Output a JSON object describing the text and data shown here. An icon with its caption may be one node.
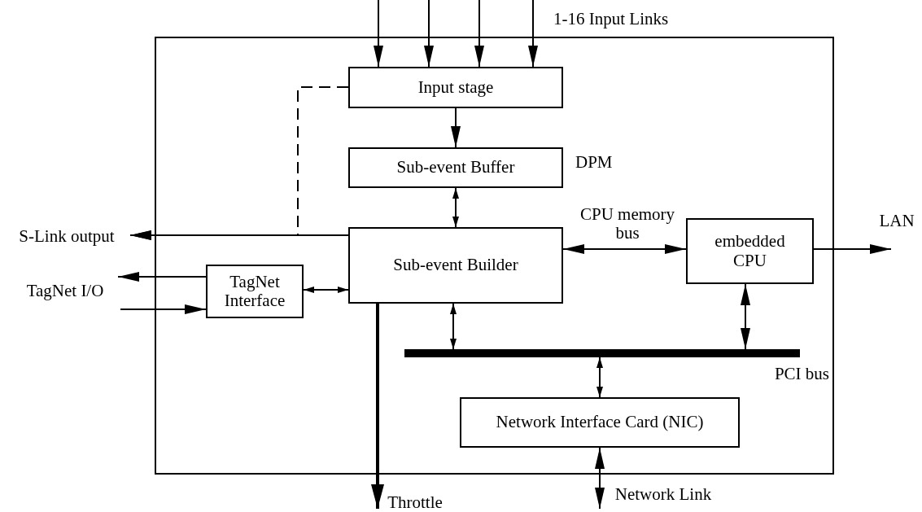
{
  "diagram": {
    "nodes": [
      {
        "text": [],
        "shape": "box"
      },
      {
        "text": [
          "Input stage"
        ],
        "in": 0
      },
      {
        "text": [
          "Sub-event Buffer"
        ],
        "in": 0,
        "beside": [
          "DPM"
        ]
      },
      {
        "text": [
          "Sub-event Builder"
        ],
        "in": 0
      },
      {
        "text": [
          "embedded CPU"
        ],
        "in": 0
      },
      {
        "text": [
          "TagNet Interface"
        ],
        "in": 0
      },
      {
        "text": [
          "PCI bus"
        ],
        "in": 0
      },
      {
        "text": [
          "Network Interface Card (NIC)"
        ],
        "in": 0
      },
      {
        "text": [
          "S-Link output"
        ]
      },
      {
        "text": [
          "TagNet I/O"
        ]
      },
      {
        "text": [
          "LAN"
        ]
      },
      {
        "text": [
          "Throttle"
        ]
      },
      {
        "text": [
          "Network Link"
        ]
      }
    ],
    "edges": [
      {
        "from": null,
        "to": 1,
        "arrow": "to"
      },
      {
        "from": null,
        "to": 1,
        "arrow": "to"
      },
      {
        "from": null,
        "to": 1,
        "arrow": "to"
      },
      {
        "from": null,
        "to": 1,
        "arrow": "to"
      },
      {
        "from": 1,
        "to": 2,
        "arrow": "to"
      },
      {
        "from": 2,
        "to": 3,
        "arrow": "both"
      },
      {
        "from": 3,
        "to": 8,
        "arrow": "to"
      },
      {
        "from": 1,
        "to": 8,
        "arrow": "to",
        "style": "dashed"
      },
      {
        "from": 5,
        "to": 9,
        "arrow": "to"
      },
      {
        "from": 9,
        "to": 5,
        "arrow": "to"
      },
      {
        "from": 5,
        "to": 3,
        "arrow": "both"
      },
      {
        "from": 3,
        "to": 4,
        "arrow": "both",
        "label": "CPU memory bus"
      },
      {
        "from": 4,
        "to": 10,
        "arrow": "to"
      },
      {
        "from": 3,
        "to": 11,
        "arrow": "to",
        "style": "thick"
      },
      {
        "from": 3,
        "to": 6,
        "arrow": "both"
      },
      {
        "from": 4,
        "to": 6,
        "arrow": "both"
      },
      {
        "from": 6,
        "to": 7,
        "arrow": "both"
      },
      {
        "from": 7,
        "to": 12,
        "arrow": "both"
      }
    ],
    "labels": [
      "1-16 Input Links"
    ]
  }
}
